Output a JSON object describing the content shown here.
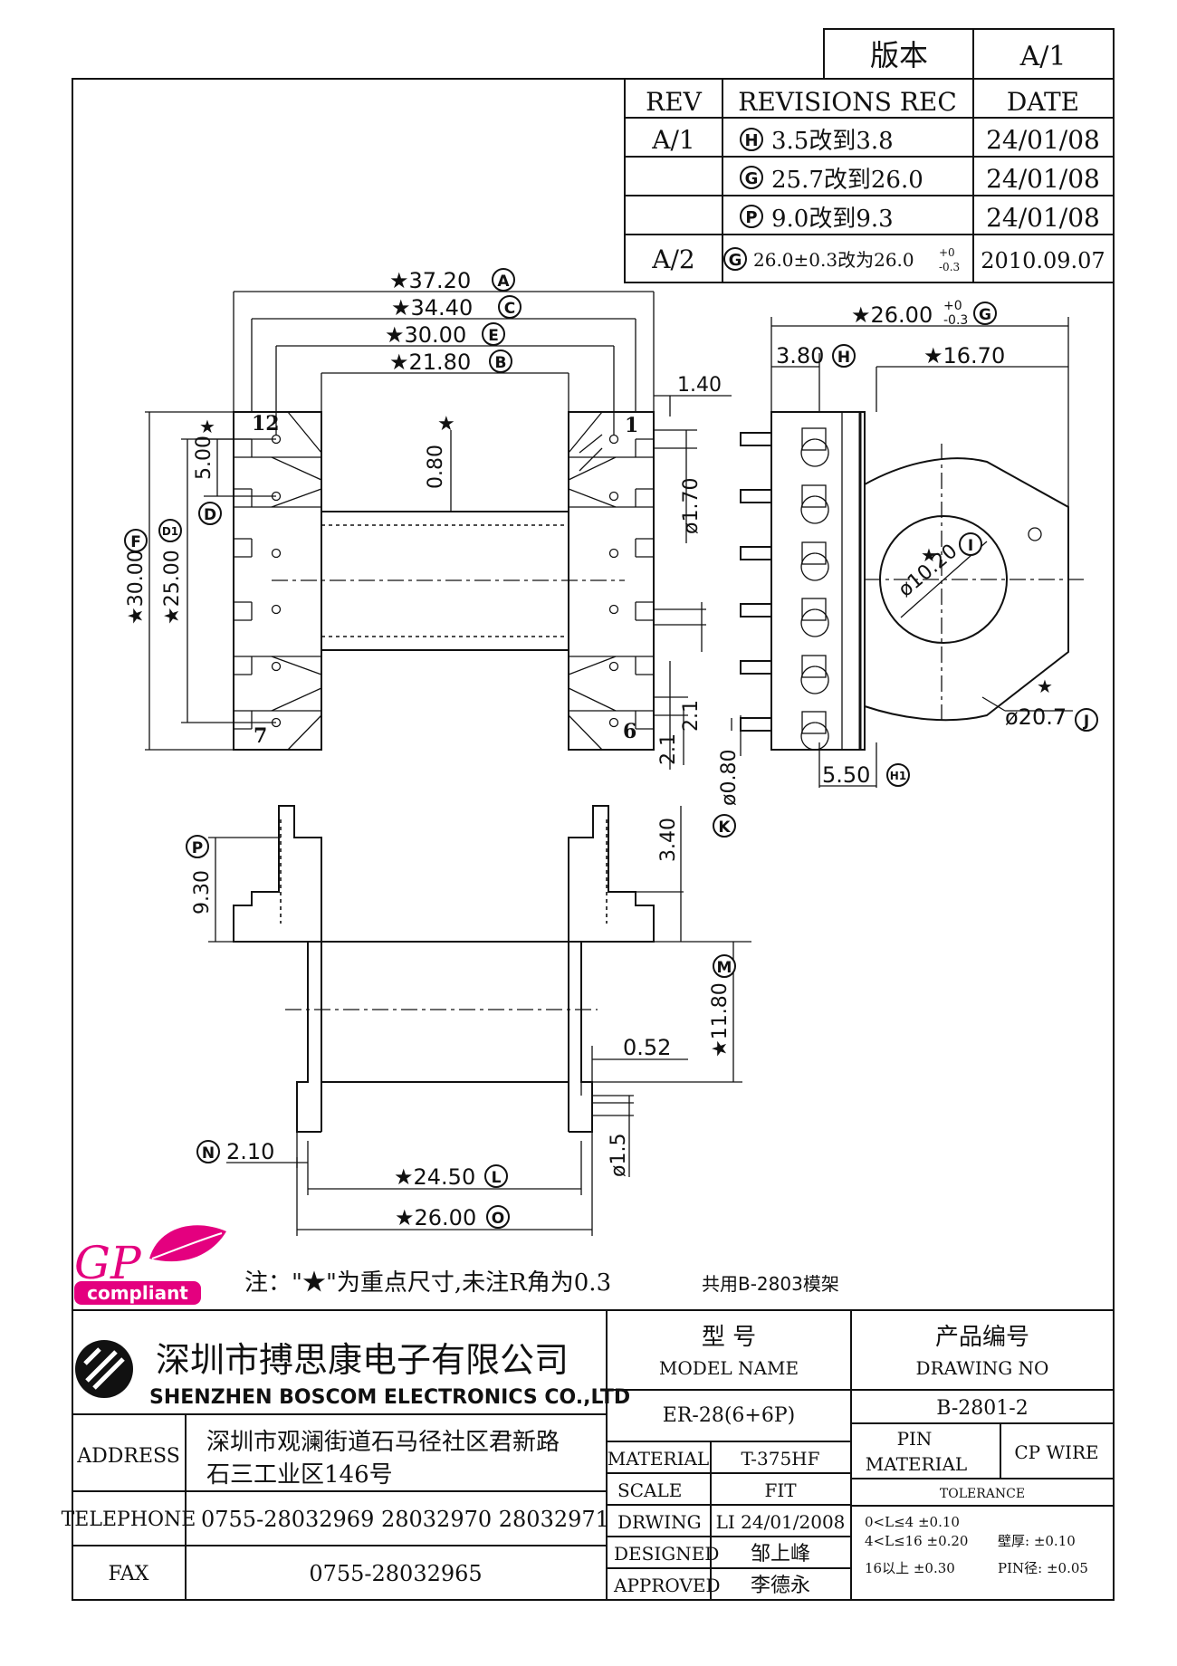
{
  "version_box": {
    "label": "版本",
    "value": "A/1"
  },
  "revisions": {
    "headers": {
      "rev": "REV",
      "rec": "REVISIONS REC",
      "date": "DATE"
    },
    "rows": [
      {
        "rev": "A/1",
        "mark": "H",
        "text": "3.5改到3.8",
        "date": "24/01/08"
      },
      {
        "rev": "",
        "mark": "G",
        "text": "25.7改到26.0",
        "date": "24/01/08"
      },
      {
        "rev": "",
        "mark": "P",
        "text": "9.0改到9.3",
        "date": "24/01/08"
      },
      {
        "rev": "A/2",
        "mark": "G",
        "text": "26.0±0.3改为26.0",
        "tol_plus": "+0",
        "tol_minus": "-0.3",
        "date": "2010.09.07"
      }
    ]
  },
  "top_view": {
    "dims": [
      {
        "val": "★37.20",
        "mark": "A"
      },
      {
        "val": "★34.40",
        "mark": "C"
      },
      {
        "val": "★30.00",
        "mark": "E"
      },
      {
        "val": "★21.80",
        "mark": "B"
      }
    ],
    "d_140": "1.40",
    "d_080": "0.80",
    "star": "★",
    "d_170": "ø1.70",
    "d_500": "5.00",
    "mark_D": "D",
    "mark_F": "F",
    "mark_D1": "D1",
    "d_3000": "★30.00",
    "d_2500": "★25.00",
    "d_21a": "2.1",
    "d_21b": "2.1",
    "pins": {
      "p12": "12",
      "p1": "1",
      "p7": "7",
      "p6": "6"
    }
  },
  "side_view": {
    "d_2600": "★26.00",
    "d_2600_plus": "+0",
    "d_2600_minus": "-0.3",
    "mark_G": "G",
    "d_380": "3.80",
    "mark_H": "H",
    "d_1670": "★16.70",
    "d_1020": "ø10.20",
    "mark_I": "I",
    "d_207": "ø20.7",
    "mark_J": "J",
    "star": "★",
    "d_550": "5.50",
    "mark_H1": "H1",
    "d_080": "ø0.80",
    "mark_K": "K"
  },
  "front_view": {
    "mark_P": "P",
    "d_930": "9.30",
    "d_340": "3.40",
    "mark_M": "M",
    "d_1180": "★11.80",
    "d_052": "0.52",
    "d_15": "ø1.5",
    "mark_N": "N",
    "d_210": "2.10",
    "d_2450": "★24.50",
    "mark_L": "L",
    "d_2600": "★26.00",
    "mark_O": "O"
  },
  "logo": {
    "gp": "GP",
    "compliant": "compliant",
    "brand_color": "#e4007f"
  },
  "note": "注：\"★\"为重点尺寸,未注R角为0.3",
  "note2": "共用B-2803模架",
  "title_block": {
    "company_cn": "深圳市搏思康电子有限公司",
    "company_en": "SHENZHEN BOSCOM ELECTRONICS CO.,LTD",
    "model_label_cn": "型      号",
    "model_label_en": "MODEL NAME",
    "model_value": "ER-28(6+6P)",
    "drawing_label_cn": "产品编号",
    "drawing_label_en": "DRAWING NO",
    "drawing_value": "B-2801-2",
    "address_label": "ADDRESS",
    "address_line1": "深圳市观澜街道石马径社区君新路",
    "address_line2": "石三工业区146号",
    "telephone_label": "TELEPHONE",
    "telephone_value": "0755-28032969 28032970 28032971",
    "fax_label": "FAX",
    "fax_value": "0755-28032965",
    "material_label": "MATERIAL",
    "material_value": "T-375HF",
    "scale_label": "SCALE",
    "scale_value": "FIT",
    "drwing_label": "DRWING",
    "drwing_value": "LI 24/01/2008",
    "designed_label": "DESIGNED",
    "designed_value": "邹上峰",
    "approved_label": "APPROVED",
    "approved_value": "李德永",
    "pin_material_label1": "PIN",
    "pin_material_label2": "MATERIAL",
    "pin_material_value": "CP WIRE",
    "tolerance_label": "TOLERANCE",
    "tol_line1": "0<L≤4  ±0.10",
    "tol_line2": "4<L≤16 ±0.20",
    "tol_line3": "16以上   ±0.30",
    "wall_label": "壁厚:  ±0.10",
    "pin_dia_label": "PIN径: ±0.05"
  }
}
